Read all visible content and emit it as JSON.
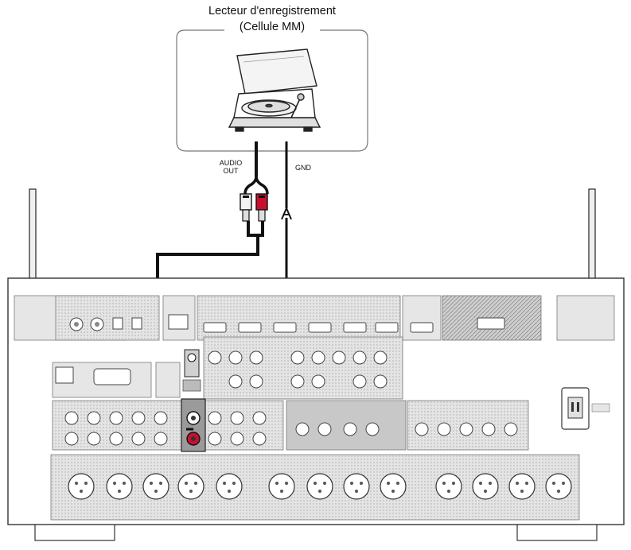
{
  "device": {
    "title_line1": "Lecteur d'enregistrement",
    "title_line2": "(Cellule MM)"
  },
  "labels": {
    "audio_out_line1": "AUDIO",
    "audio_out_line2": "OUT",
    "gnd": "GND"
  },
  "colors": {
    "outline": "#333333",
    "panel": "#d9d9d9",
    "panel_dark": "#b8b8b8",
    "cable": "#111111",
    "plug_red": "#c8102e",
    "plug_white": "#f2f2f2",
    "highlight": "#9a9a9a"
  },
  "icons": [
    "turntable-icon",
    "antenna-icon",
    "rca-plug-icon",
    "spade-plug-icon",
    "xlr-connector-icon",
    "power-inlet-icon"
  ]
}
